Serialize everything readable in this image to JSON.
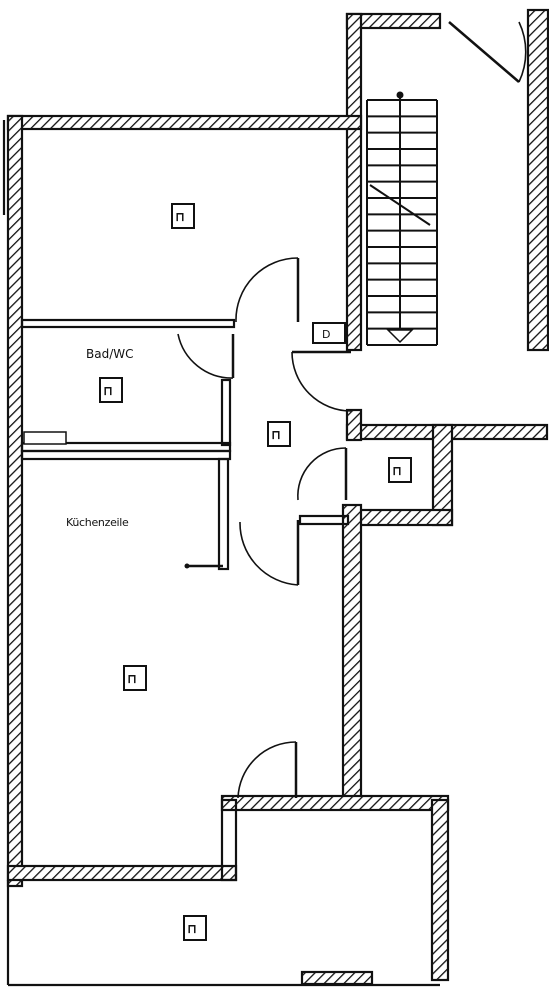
{
  "rooms": [
    {
      "id": "room-top-left",
      "label": "",
      "marker": "⊓"
    },
    {
      "id": "room-bad-wc",
      "label": "Bad/WC",
      "marker": "⊓"
    },
    {
      "id": "room-hallway",
      "label": "",
      "marker": "⊓"
    },
    {
      "id": "room-abstellraum",
      "label": "",
      "marker": "⊓"
    },
    {
      "id": "room-kuechenzeile",
      "label": "Küchenzeile",
      "marker": "⊓"
    },
    {
      "id": "room-terrace",
      "label": "",
      "marker": "⊓"
    }
  ],
  "fixtures": {
    "meter_label": "D"
  }
}
